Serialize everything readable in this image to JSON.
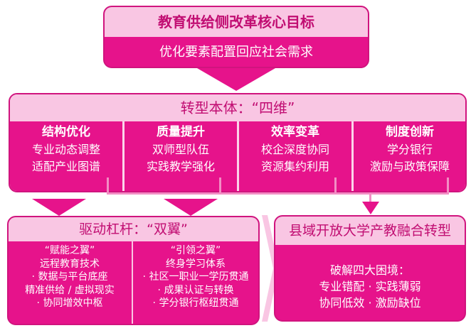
{
  "goal": {
    "title": "教育供给侧改革核心目标",
    "subtitle": "优化要素配置回应社会需求"
  },
  "main": {
    "title": "转型本体：“四维”",
    "columns": [
      {
        "title": "结构优化",
        "lines": [
          "专业动态调整",
          "适配产业图谱"
        ]
      },
      {
        "title": "质量提升",
        "lines": [
          "双师型队伍",
          "实践教学强化"
        ]
      },
      {
        "title": "效率变革",
        "lines": [
          "校企深度协同",
          "资源集约利用"
        ]
      },
      {
        "title": "制度创新",
        "lines": [
          "学分银行",
          "激励与政策保障"
        ]
      }
    ]
  },
  "lever": {
    "title": "驱动杠杆：“双翼”",
    "left": {
      "title": "“赋能之翼”",
      "lines": [
        "远程教育技术",
        "· 数据与平台底座",
        "精准供给 / 虚拟现实",
        "· 协同增效中枢"
      ]
    },
    "right": {
      "title": "“引领之翼”",
      "lines": [
        "终身学习体系",
        "· 社区一职业一学历贯通",
        "· 成果认证与转换",
        "· 学分银行枢纽贯通"
      ]
    }
  },
  "county": {
    "title": "县域开放大学产教融合转型",
    "lines": [
      "破解四大困境：",
      "专业错配 · 实践薄弱",
      "协同低效 · 激励缺位"
    ]
  },
  "colors": {
    "primary": "#e6138b",
    "header": "#f9c6e3",
    "header_text": "#c10d72",
    "connector": "#f28dc4"
  }
}
